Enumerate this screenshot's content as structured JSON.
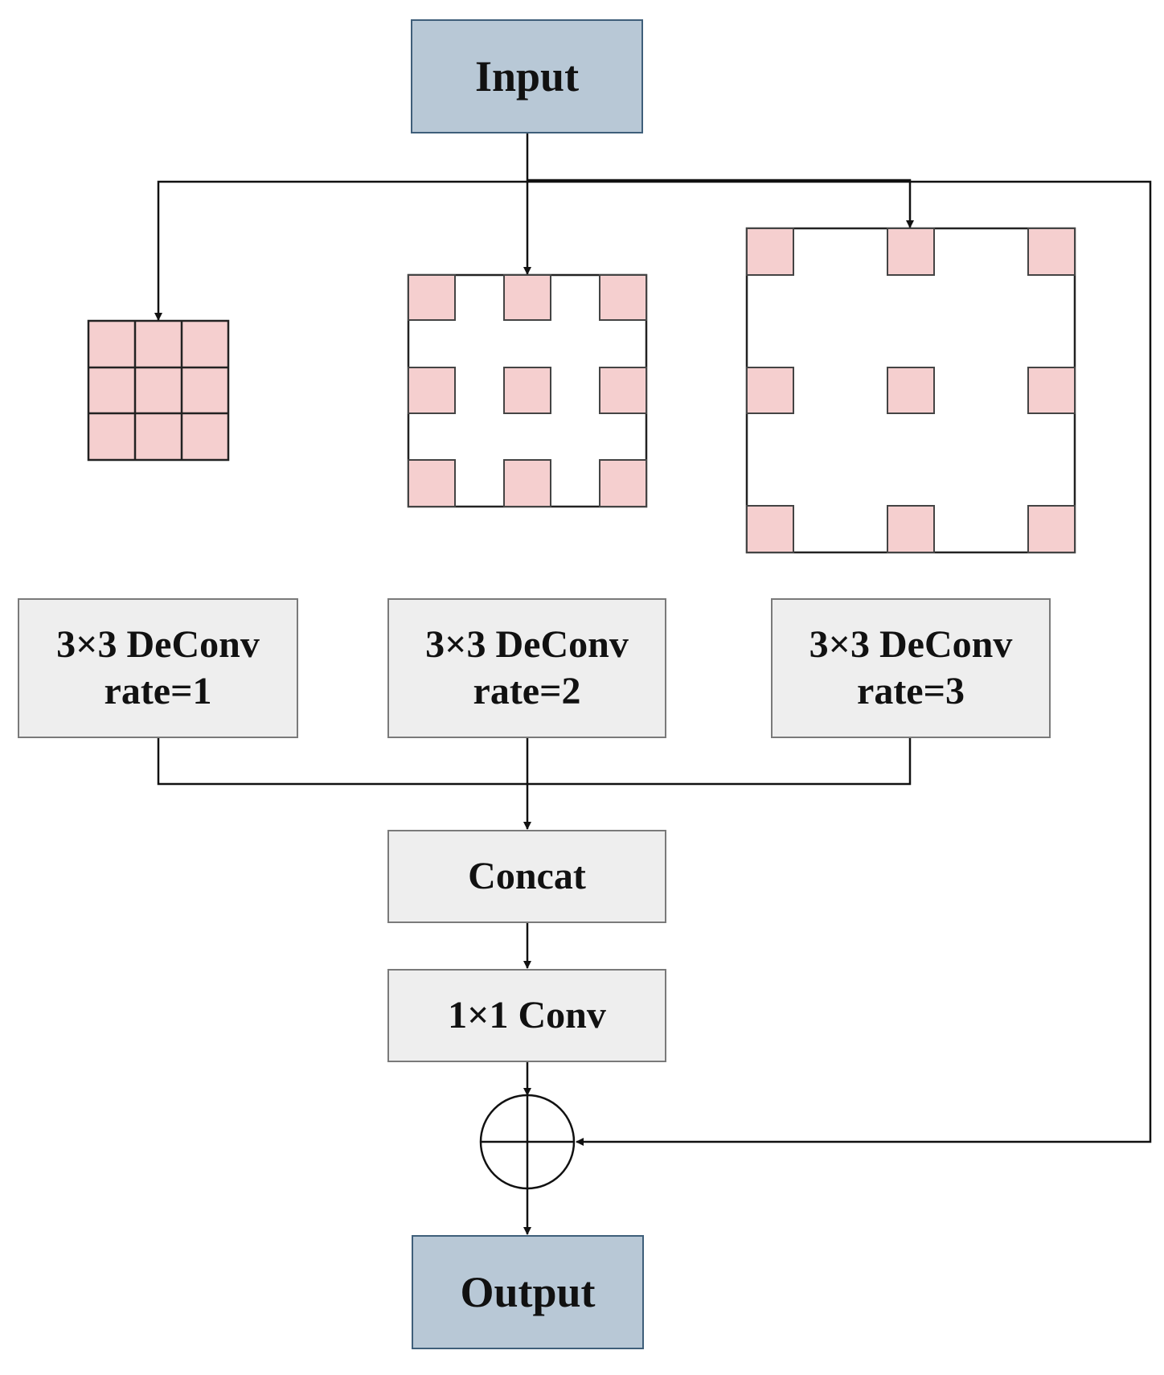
{
  "colors": {
    "io_fill": "#b8c8d6",
    "io_border": "#3f5f7a",
    "op_fill": "#eeeeee",
    "op_border": "#7a7a7a",
    "cell_fill": "#f5cfcf",
    "line": "#111111"
  },
  "nodes": {
    "input": {
      "label": "Input"
    },
    "deconv1": {
      "line1": "3×3 DeConv",
      "line2": "rate=1"
    },
    "deconv2": {
      "line1": "3×3 DeConv",
      "line2": "rate=2"
    },
    "deconv3": {
      "line1": "3×3 DeConv",
      "line2": "rate=3"
    },
    "concat": {
      "label": "Concat"
    },
    "conv1x1": {
      "label": "1×1 Conv"
    },
    "output": {
      "label": "Output"
    }
  },
  "kernels": [
    {
      "rate": 1,
      "grid": 3
    },
    {
      "rate": 2,
      "grid": 3
    },
    {
      "rate": 3,
      "grid": 3
    }
  ],
  "sum_node": {
    "symbol": "circle-plus-icon"
  }
}
